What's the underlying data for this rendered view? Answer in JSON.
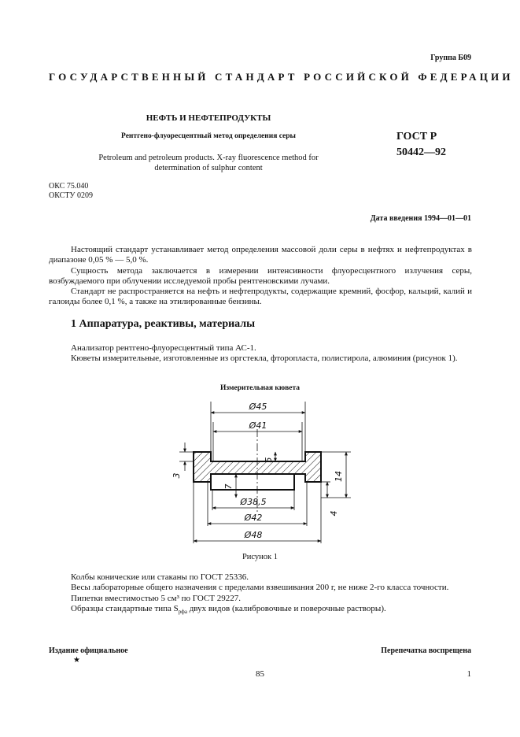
{
  "header": {
    "group": "Группа Б09",
    "state_standard": "ГОСУДАРСТВЕННЫЙ СТАНДАРТ РОССИЙСКОЙ ФЕДЕРАЦИИ"
  },
  "title": {
    "main": "НЕФТЬ И НЕФТЕПРОДУКТЫ",
    "subtitle": "Рентгено-флуоресцентный метод определения серы",
    "english_line1": "Petroleum and petroleum products. X-ray fluorescence method for",
    "english_line2": "determination of sulphur content",
    "gost_line1": "ГОСТ Р",
    "gost_line2": "50442—92"
  },
  "codes": {
    "oks": "ОКС 75.040",
    "okstu": "ОКСТУ 0209"
  },
  "date_intro": "Дата введения 1994—01—01",
  "intro": {
    "p1": "Настоящий стандарт устанавливает метод определения массовой доли серы в нефтях и нефтепродуктах в диапазоне 0,05 % — 5,0 %.",
    "p2": "Сущность метода заключается в измерении интенсивности флуоресцентного излучения серы, возбуждаемого при облучении исследуемой пробы рентгеновскими лучами.",
    "p3": "Стандарт не распространяется на нефть и нефтепродукты, содержащие кремний, фосфор, кальций, калий и галоиды более 0,1 %, а также на этилированные бензины."
  },
  "section1": {
    "heading": "1 Аппаратура, реактивы, материалы",
    "p1": "Анализатор рентгено-флуоресцентный типа АС-1.",
    "p2": "Кюветы измерительные, изготовленные из оргстекла, фторопласта, полистирола, алюминия (рисунок 1)."
  },
  "figure": {
    "title": "Измерительная кювета",
    "caption": "Рисунок 1",
    "dims": {
      "d45": "Ø45",
      "d41": "Ø41",
      "d38_5": "Ø38,5",
      "d42": "Ø42",
      "d48": "Ø48",
      "h3": "3",
      "h5": "5",
      "h7": "7",
      "h14": "14",
      "h4": "4"
    }
  },
  "section1_cont": {
    "p3": "Колбы конические или стаканы по ГОСТ 25336.",
    "p4": "Весы лабораторные общего назначения с пределами взвешивания 200 г, не ниже 2-го класса точности.",
    "p5": "Пипетки вместимостью 5 см³ по ГОСТ 29227.",
    "p6_a": "Образцы стандартные типа S",
    "p6_sub": "рфа",
    "p6_b": " двух видов (калибровочные и поверочные растворы)."
  },
  "footer": {
    "official": "Издание официальное",
    "star": "★",
    "reprint": "Перепечатка воспрещена",
    "page_number": "85",
    "right_number": "1"
  }
}
